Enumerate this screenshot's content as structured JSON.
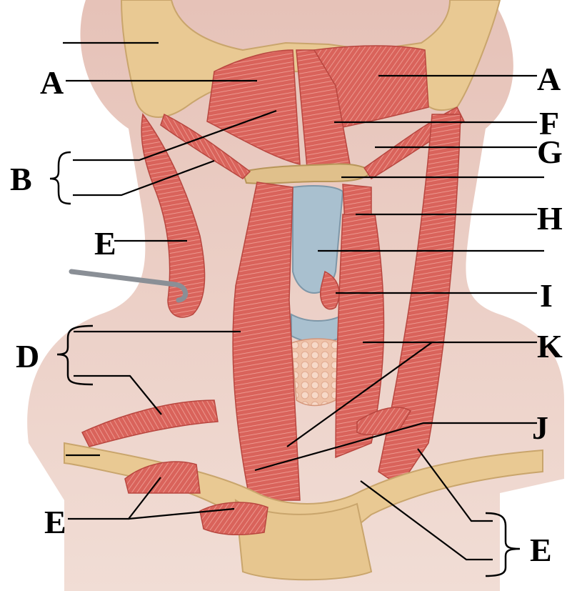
{
  "diagram": {
    "labels": [
      "A",
      "A",
      "F",
      "G",
      "B",
      "H",
      "E",
      "I",
      "D",
      "K",
      "J",
      "E",
      "E"
    ],
    "colors": {
      "background": "#ffffff",
      "skin": "#e8c7be",
      "bone": "#e9c993",
      "muscle": "#dc6a62",
      "cartilage": "#a9c0cf",
      "gland": "#efc2a8",
      "tendon": "#dfe4e8",
      "line": "#000000"
    }
  }
}
